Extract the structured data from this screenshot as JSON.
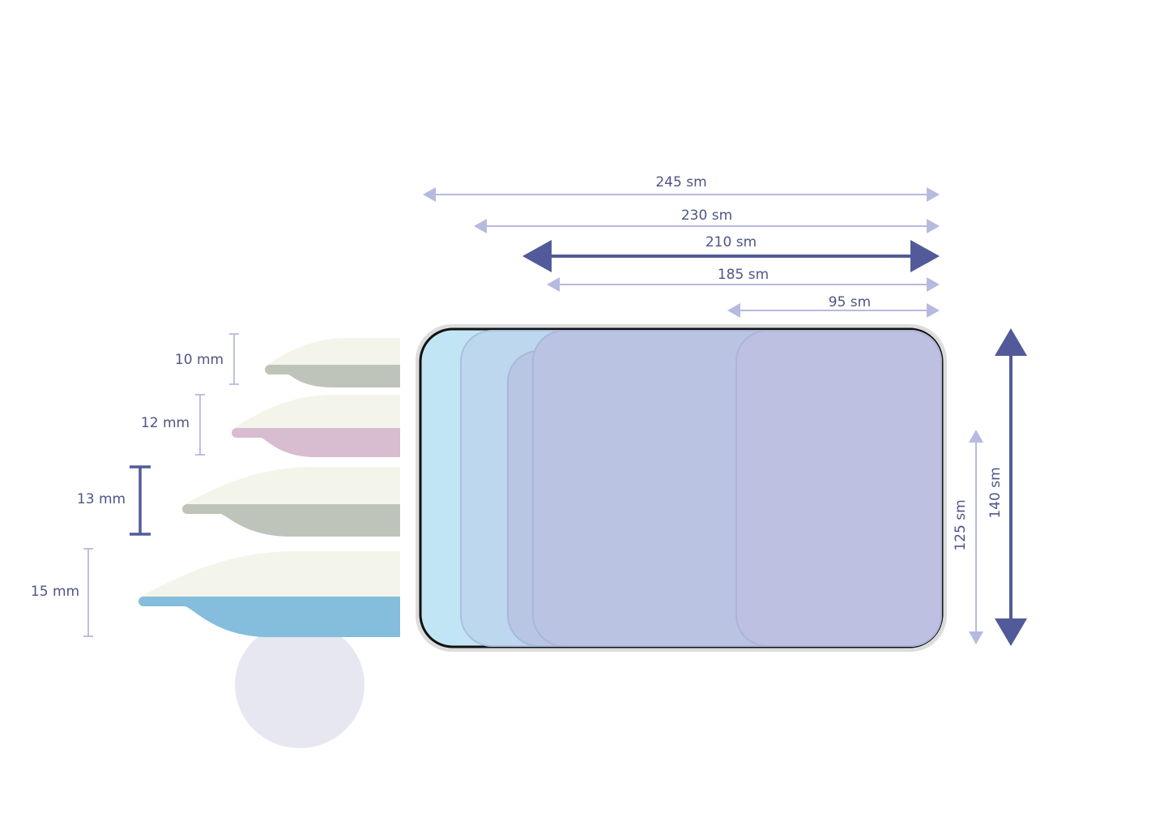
{
  "colors": {
    "light_arrow": "#b7badf",
    "dark_arrow": "#525a9a",
    "label": "#4f5585",
    "pillow_top": "#f4f5ea",
    "pillow_gray": "#bfc4bb",
    "pillow_pink": "#d8bcd0",
    "pillow_blue": "#84bedc",
    "head": "#e6e7f1"
  },
  "widths": [
    {
      "label": "245 sm",
      "value": 245,
      "highlight": false
    },
    {
      "label": "230 sm",
      "value": 230,
      "highlight": false
    },
    {
      "label": "210 sm",
      "value": 210,
      "highlight": true
    },
    {
      "label": "185 sm",
      "value": 185,
      "highlight": false
    },
    {
      "label": "95 sm",
      "value": 95,
      "highlight": false
    }
  ],
  "heights": [
    {
      "label": "125 sm",
      "value": 125,
      "highlight": false
    },
    {
      "label": "140 sm",
      "value": 140,
      "highlight": true
    }
  ],
  "pillows": [
    {
      "label": "10 mm",
      "value": 10,
      "highlight": false,
      "color": "gray"
    },
    {
      "label": "12 mm",
      "value": 12,
      "highlight": false,
      "color": "pink"
    },
    {
      "label": "13 mm",
      "value": 13,
      "highlight": true,
      "color": "gray"
    },
    {
      "label": "15 mm",
      "value": 15,
      "highlight": false,
      "color": "blue"
    }
  ]
}
